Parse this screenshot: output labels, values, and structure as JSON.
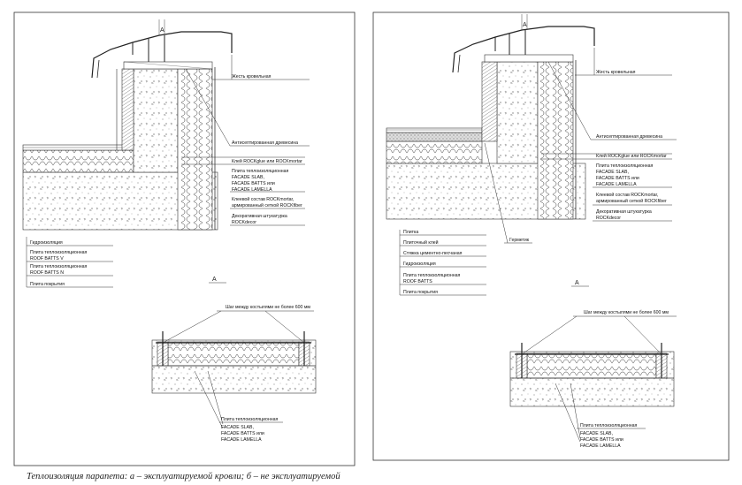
{
  "caption": "Теплоизоляция парапета: а – эксплуатируемой кровли; б – не эксплуатируемой",
  "section_letter": "A",
  "left": {
    "right_labels": [
      "Жесть кровельная",
      "Антисептированная древесина",
      "Клей ROCKglue или ROCKmortar",
      "Плита теплоизоляционная",
      "FACADE SLAB,",
      "FACADE BATTS или",
      "FACADE LAMELLA",
      "Клеевой состав ROCKmortar,",
      "армированный сеткой ROCKfiber",
      "Декоративная штукатурка",
      "ROCKdecor"
    ],
    "left_labels": [
      "Гидроизоляция",
      "Плита теплоизоляционная",
      "ROOF BATTS V",
      "Плита теплоизоляционная",
      "ROOF BATTS N",
      "Плита покрытия"
    ],
    "detail_note": "Шаг между костылями не более 600 мм",
    "detail_labels": [
      "Плита теплоизоляционная",
      "FACADE SLAB,",
      "FACADE BATTS или",
      "FACADE LAMELLA"
    ]
  },
  "right": {
    "right_labels": [
      "Жесть кровельная",
      "Антисептированная древесина",
      "Клей ROCKglue или ROCKmortar",
      "Плита теплоизоляционная",
      "FACADE SLAB,",
      "FACADE BATTS или",
      "FACADE LAMELLA",
      "Клеевой состав ROCKmortar,",
      "армированный сеткой ROCKfiber",
      "Декоративная штукатурка",
      "ROCKdecor"
    ],
    "mid_label": "Герметик",
    "left_labels": [
      "Плитка",
      "Плиточный клей",
      "Стяжка цементно-песчаная",
      "Гидроизоляция",
      "Плита теплоизоляционная",
      "ROOF BATTS",
      "Плита покрытия"
    ],
    "detail_note": "Шаг между костылями не более 600 мм",
    "detail_labels": [
      "Плита теплоизоляционная",
      "FACADE SLAB,",
      "FACADE BATTS или",
      "FACADE LAMELLA"
    ]
  }
}
